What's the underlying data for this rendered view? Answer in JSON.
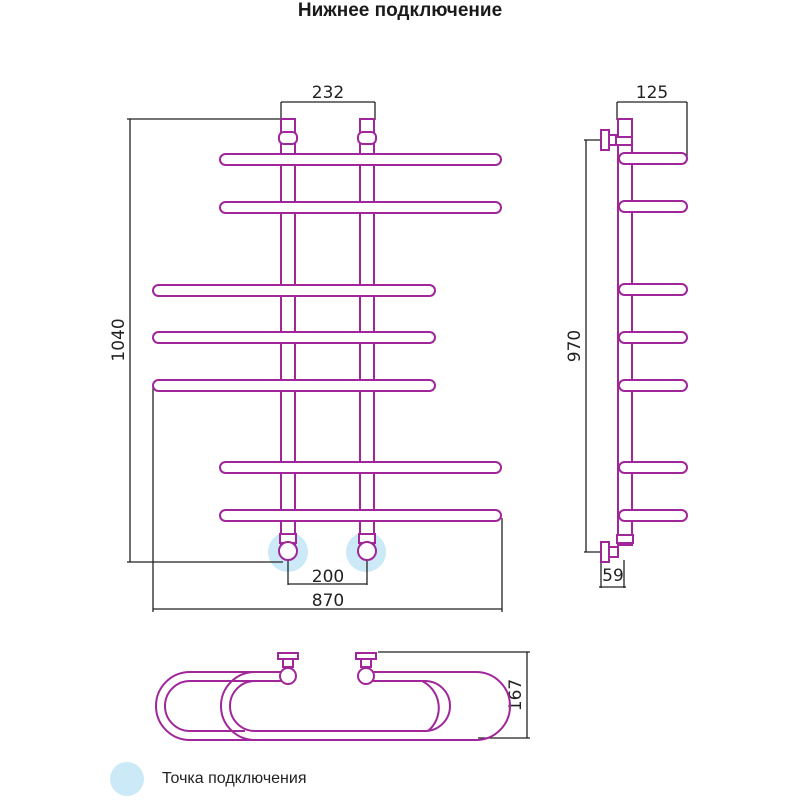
{
  "title": "Нижнее подключение",
  "colors": {
    "pipe": "#a0269a",
    "dimension": "#222222",
    "connection_point": "#cbe9f7"
  },
  "front_view": {
    "dimensions": {
      "top_axis_spacing": "232",
      "total_height": "1040",
      "bottom_axis_spacing": "200",
      "total_width": "870"
    },
    "bar_count": 7
  },
  "side_view": {
    "dimensions": {
      "depth": "125",
      "connection_height": "970",
      "wall_offset": "59"
    }
  },
  "top_view": {
    "dimensions": {
      "depth": "167"
    }
  },
  "legend": {
    "connection_point_label": "Точка подключения"
  }
}
